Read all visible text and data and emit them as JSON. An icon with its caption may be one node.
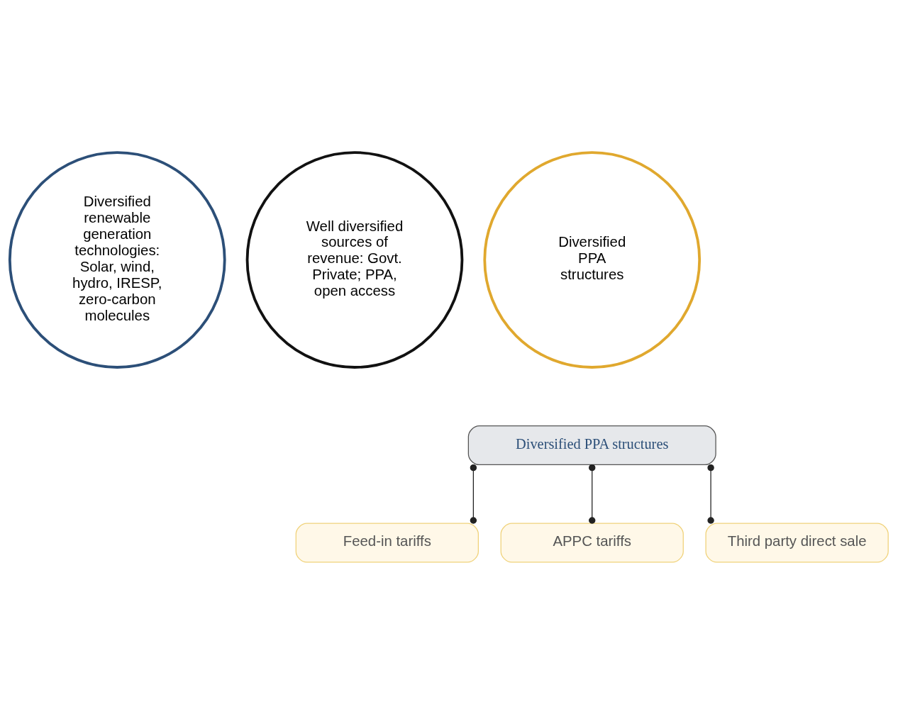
{
  "diagram": {
    "nodes": [
      {
        "text": [
          "Diversified renewable generation technologies: Solar, wind, hydro, IRESP, zero-carbon molecules"
        ]
      },
      {
        "text": [
          "Well diversified sources of revenue: Govt. Private; PPA, open access"
        ]
      },
      {
        "text": [
          "Diversified PPA structures"
        ]
      },
      {
        "text": [
          "Diversified PPA structures"
        ]
      },
      {
        "text": [
          "Feed-in tariffs"
        ]
      },
      {
        "text": [
          "APPC tariffs"
        ]
      },
      {
        "text": [
          "Third party direct sale"
        ]
      }
    ],
    "edges": [
      {
        "from": 3,
        "to": 4,
        "arrow": "other"
      },
      {
        "from": 3,
        "to": 5,
        "arrow": "other"
      },
      {
        "from": 3,
        "to": 6,
        "arrow": "other"
      }
    ]
  }
}
